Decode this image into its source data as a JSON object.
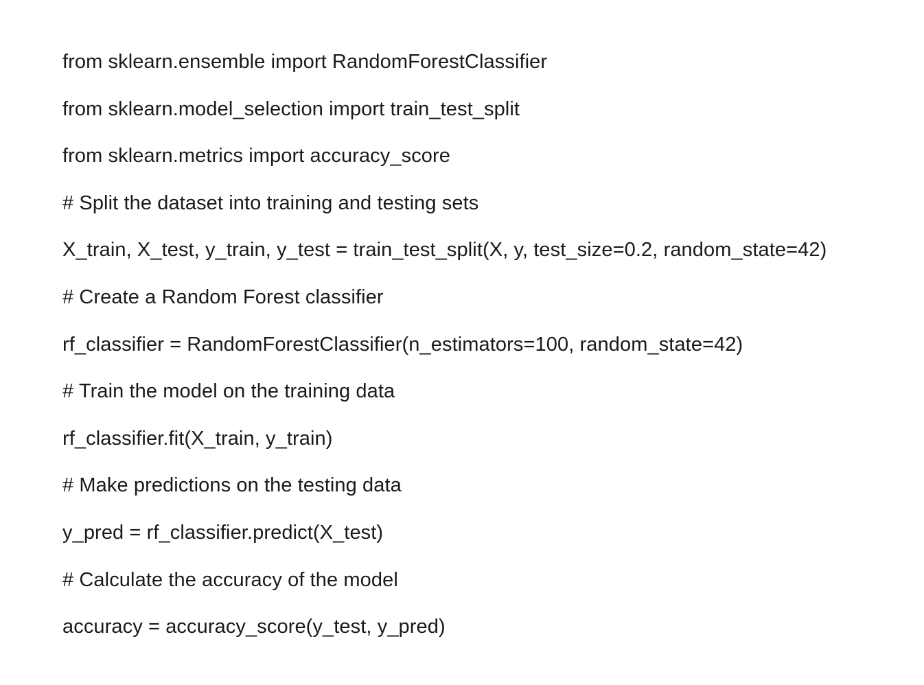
{
  "document": {
    "lines": [
      "from sklearn.ensemble import RandomForestClassifier",
      "from sklearn.model_selection import train_test_split",
      "from sklearn.metrics import accuracy_score",
      "# Split the dataset into training and testing sets",
      "X_train, X_test, y_train, y_test = train_test_split(X, y, test_size=0.2, random_state=42)",
      "# Create a Random Forest classifier",
      "rf_classifier = RandomForestClassifier(n_estimators=100, random_state=42)",
      "# Train the model on the training data",
      "rf_classifier.fit(X_train, y_train)",
      "# Make predictions on the testing data",
      "y_pred = rf_classifier.predict(X_test)",
      "# Calculate the accuracy of the model",
      "accuracy = accuracy_score(y_test, y_pred)"
    ]
  }
}
